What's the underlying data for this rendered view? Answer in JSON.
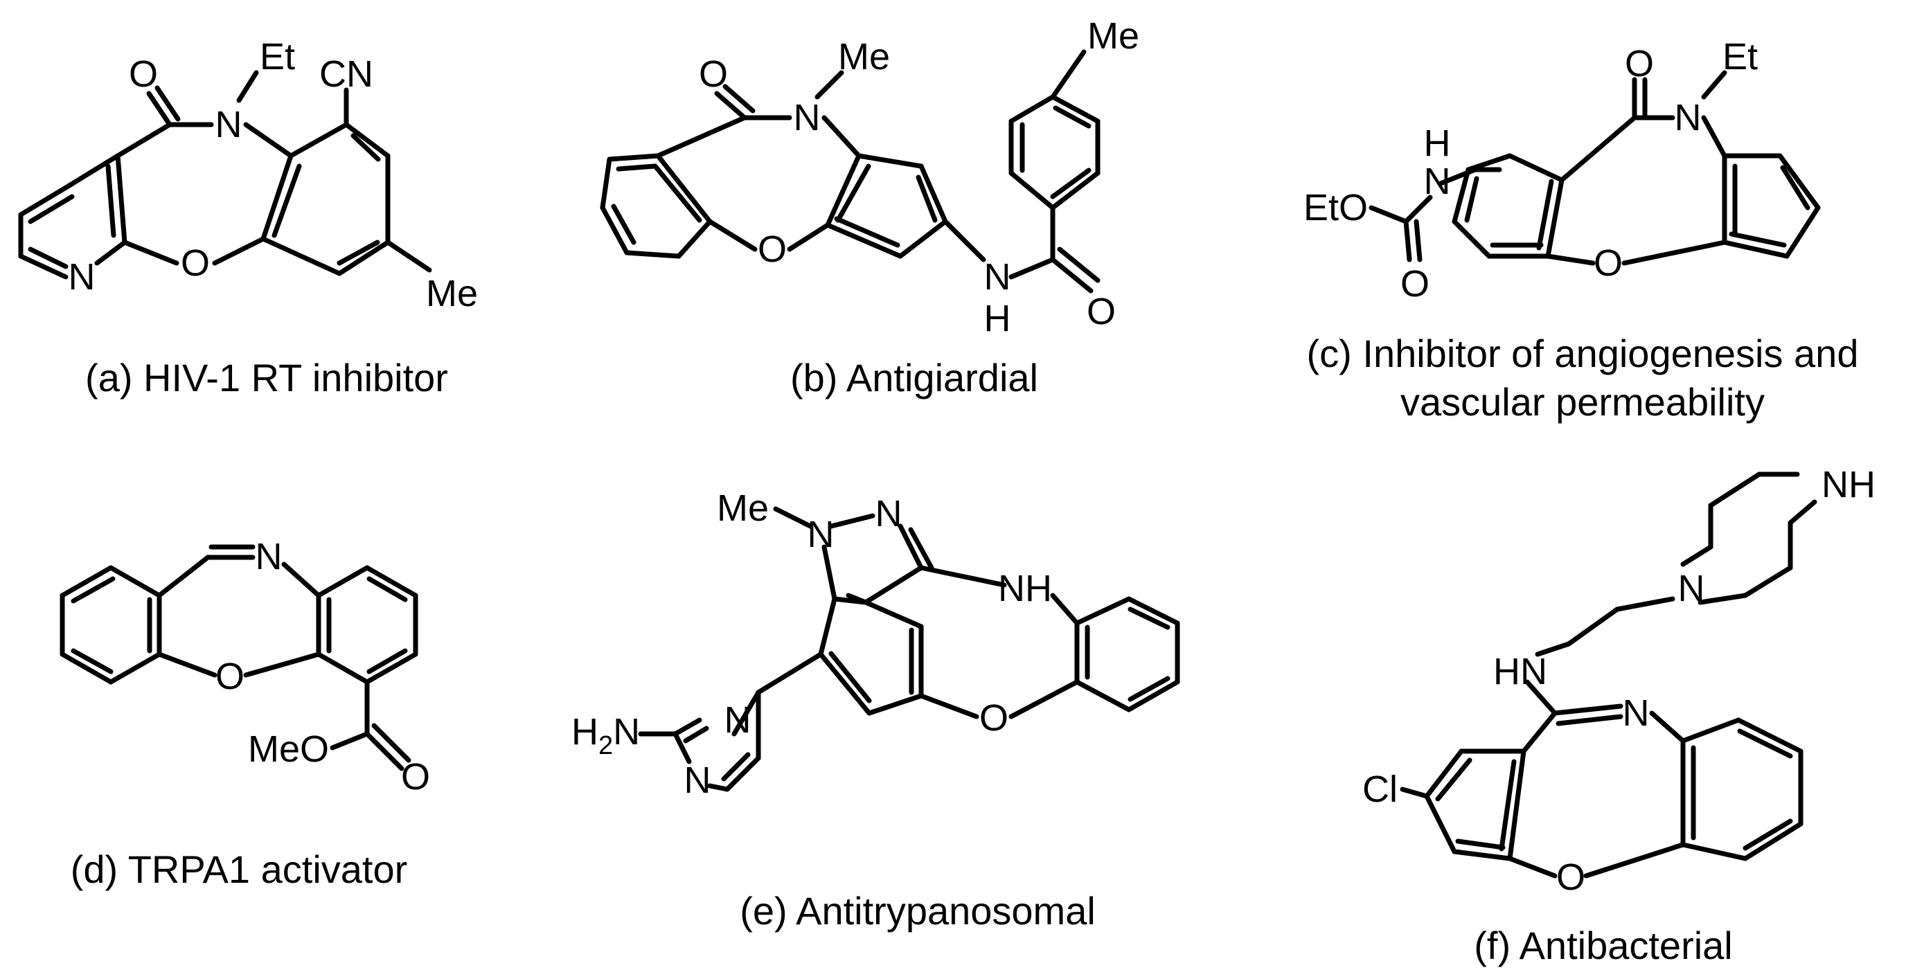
{
  "compounds": [
    {
      "id": "a",
      "caption": "(a) HIV-1 RT inhibitor",
      "atoms": {
        "o_carbonyl": "O",
        "n_amide": "N",
        "et": "Et",
        "cn": "CN",
        "n_pyridine": "N",
        "o_ring": "O",
        "me": "Me"
      }
    },
    {
      "id": "b",
      "caption": "(b) Antigiardial",
      "atoms": {
        "o_carbonyl": "O",
        "n_amide": "N",
        "me_n": "Me",
        "me_aryl": "Me",
        "o_ring": "O",
        "n_amideside": "N",
        "h_amideside": "H",
        "o_amideside": "O"
      }
    },
    {
      "id": "c",
      "caption_lines": [
        "(c) Inhibitor of angiogenesis and",
        "vascular permeability"
      ],
      "atoms": {
        "o_carbonyl": "O",
        "n_amide": "N",
        "et": "Et",
        "n_carbamate": "N",
        "h_carbamate": "H",
        "eto": "EtO",
        "o_carbamate": "O",
        "o_ring": "O"
      }
    },
    {
      "id": "d",
      "caption": "(d) TRPA1 activator",
      "atoms": {
        "n_imine": "N",
        "o_ring": "O",
        "meo": "MeO",
        "o_ester": "O"
      }
    },
    {
      "id": "e",
      "caption": "(e) Antitrypanosomal",
      "atoms": {
        "me": "Me",
        "n1": "N",
        "n2": "N",
        "nh": "NH",
        "o_ring": "O",
        "h2n_h": "H",
        "h2n_sub": "2",
        "h2n_n": "N",
        "n_pym1": "N",
        "n_pym2": "N"
      }
    },
    {
      "id": "f",
      "caption": "(f) Antibacterial",
      "atoms": {
        "nh_pip": "NH",
        "n_pip": "N",
        "hn": "HN",
        "n_imine": "N",
        "cl": "Cl",
        "o_ring": "O"
      }
    }
  ]
}
